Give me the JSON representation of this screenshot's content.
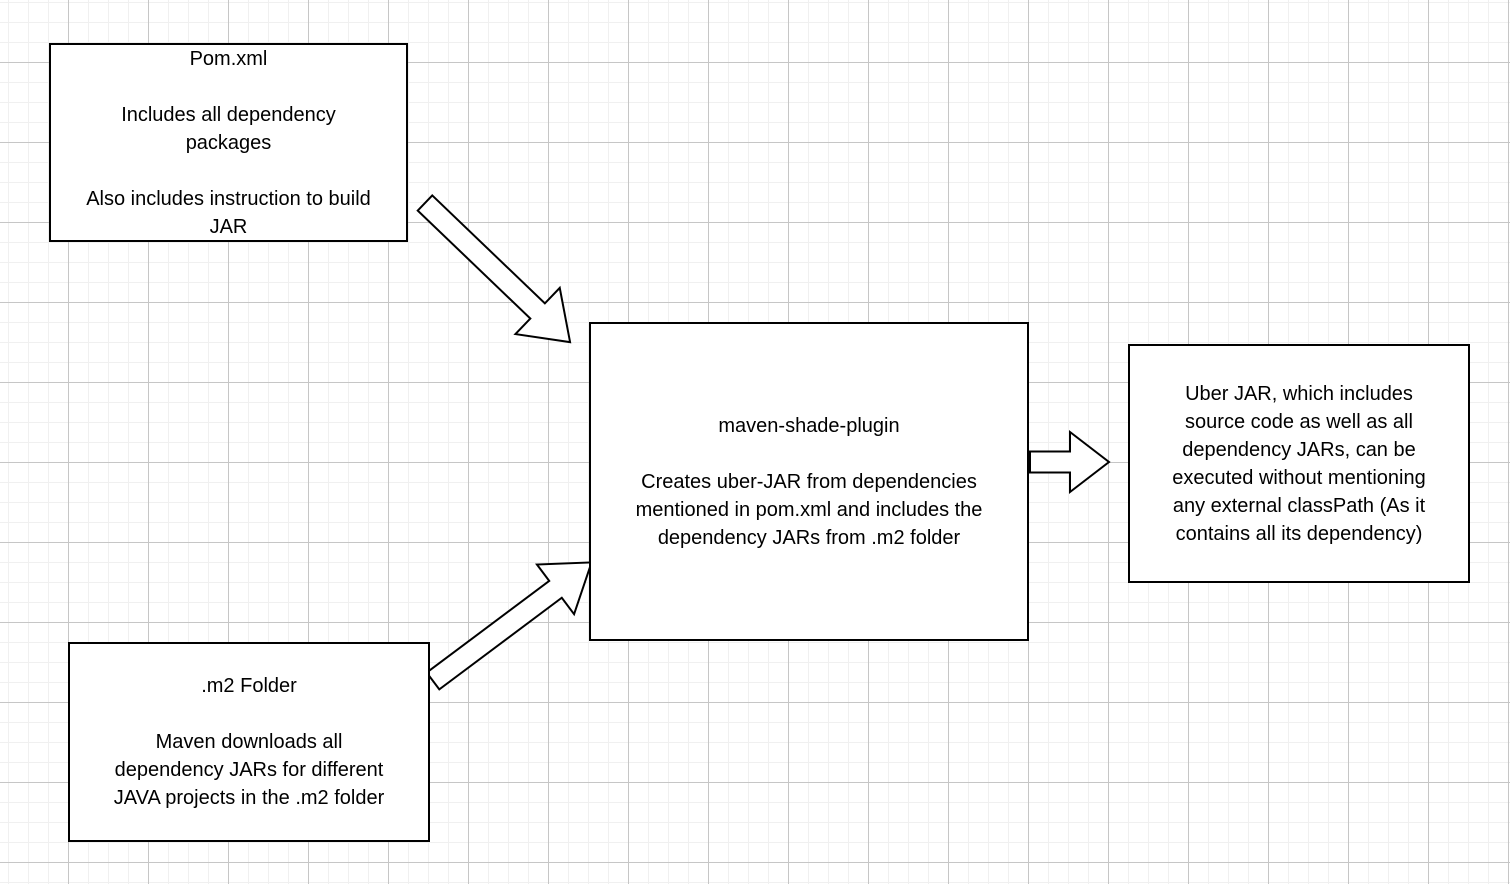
{
  "colors": {
    "background": "#ffffff",
    "grid_minor": "#f0f0f0",
    "grid_major": "#c6c6c6",
    "node_border": "#000000",
    "node_fill": "#ffffff",
    "text": "#000000"
  },
  "nodes": {
    "pom": {
      "id": "pom-xml",
      "text": "Pom.xml\n\nIncludes all dependency\npackages\n\nAlso includes instruction to build\nJAR"
    },
    "shade": {
      "id": "maven-shade-plugin",
      "text": "maven-shade-plugin\n\nCreates uber-JAR from dependencies\nmentioned in pom.xml and includes the\ndependency JARs from .m2 folder"
    },
    "uber": {
      "id": "uber-jar",
      "text": "Uber JAR, which includes\nsource code as well as all\ndependency JARs, can be\nexecuted without mentioning\nany external classPath (As it\ncontains all its dependency)"
    },
    "m2": {
      "id": "m2-folder",
      "text": ".m2 Folder\n\nMaven downloads all\ndependency JARs for different\nJAVA projects in the .m2 folder"
    }
  },
  "edges": [
    {
      "from": "pom-xml",
      "to": "maven-shade-plugin",
      "style": "hollow-block-arrow"
    },
    {
      "from": "m2-folder",
      "to": "maven-shade-plugin",
      "style": "hollow-block-arrow"
    },
    {
      "from": "maven-shade-plugin",
      "to": "uber-jar",
      "style": "hollow-block-arrow"
    }
  ]
}
